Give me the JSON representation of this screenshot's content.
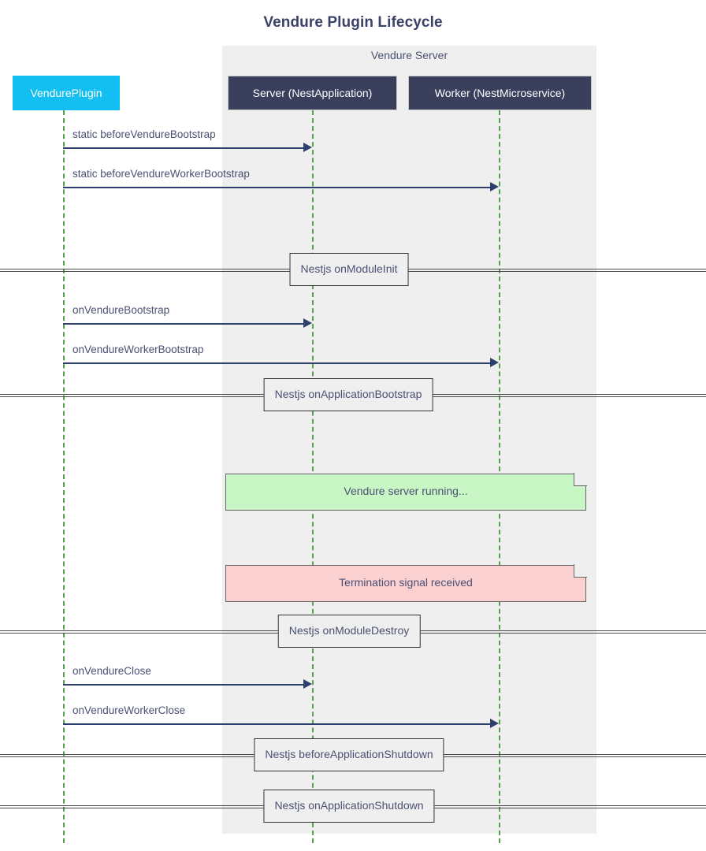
{
  "title": "Vendure Plugin Lifecycle",
  "group": {
    "label": "Vendure Server"
  },
  "actors": [
    {
      "id": "plugin",
      "label": "VendurePlugin",
      "color": "#13bef0",
      "textColor": "#ffffff"
    },
    {
      "id": "server",
      "label": "Server (NestApplication)",
      "color": "#3a3f5c",
      "textColor": "#ffffff"
    },
    {
      "id": "worker",
      "label": "Worker (NestMicroservice)",
      "color": "#3a3f5c",
      "textColor": "#ffffff"
    }
  ],
  "messages": [
    {
      "label": "static beforeVendureBootstrap",
      "from": "plugin",
      "to": "server"
    },
    {
      "label": "static beforeVendureWorkerBootstrap",
      "from": "plugin",
      "to": "worker"
    },
    {
      "label": "onVendureBootstrap",
      "from": "plugin",
      "to": "server"
    },
    {
      "label": "onVendureWorkerBootstrap",
      "from": "plugin",
      "to": "worker"
    },
    {
      "label": "onVendureClose",
      "from": "plugin",
      "to": "server"
    },
    {
      "label": "onVendureWorkerClose",
      "from": "plugin",
      "to": "worker"
    }
  ],
  "dividers": [
    {
      "label": "Nestjs onModuleInit"
    },
    {
      "label": "Nestjs onApplicationBootstrap"
    },
    {
      "label": "Nestjs onModuleDestroy"
    },
    {
      "label": "Nestjs beforeApplicationShutdown"
    },
    {
      "label": "Nestjs onApplicationShutdown"
    }
  ],
  "notes": [
    {
      "label": "Vendure server running...",
      "color": "#c8f7c5",
      "kind": "running"
    },
    {
      "label": "Termination signal received",
      "color": "#fad0d0",
      "kind": "termination"
    }
  ],
  "colors": {
    "arrow": "#2e3f6b",
    "lifeline": "#56a14e",
    "panel": "#efefef",
    "text": "#4a5173"
  }
}
